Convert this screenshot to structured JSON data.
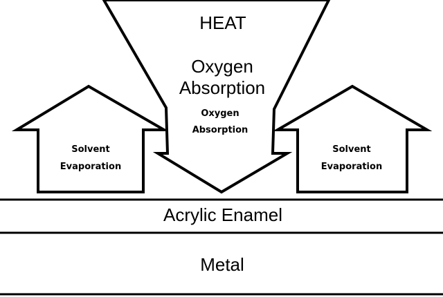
{
  "heat_label": "HEAT",
  "oxygen_large": [
    "Oxygen",
    "Absorption"
  ],
  "oxygen_small": [
    "Oxygen",
    "Absorption"
  ],
  "left_arrow_text": [
    "Solvent",
    "Evaporation"
  ],
  "right_arrow_text": [
    "Solvent",
    "Evaporation"
  ],
  "layer_top": "Acrylic Enamel",
  "layer_bottom": "Metal"
}
